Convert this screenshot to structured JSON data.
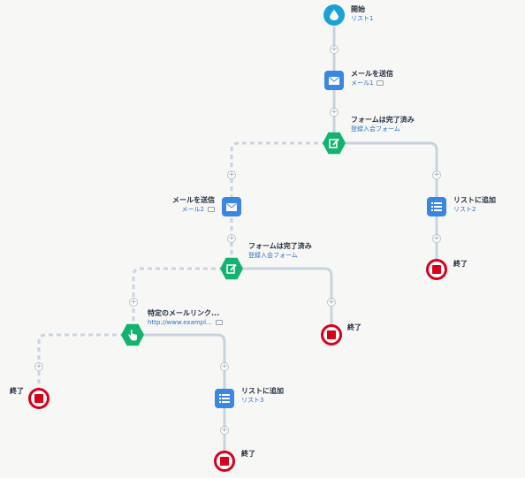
{
  "nodes": {
    "start": {
      "title": "開始",
      "sub": "リスト1"
    },
    "email1": {
      "title": "メールを送信",
      "sub": "メール1"
    },
    "form1": {
      "title": "フォームは完了済み",
      "sub": "登録入会フォーム"
    },
    "email2": {
      "title": "メールを送信",
      "sub": "メール2"
    },
    "addlist2": {
      "title": "リストに追加",
      "sub": "リスト2"
    },
    "end_r1": {
      "title": "終了"
    },
    "form2": {
      "title": "フォームは完了済み",
      "sub": "登録入会フォーム"
    },
    "end_r2": {
      "title": "終了"
    },
    "link": {
      "title": "特定のメールリンク...",
      "sub": "http://www.exampl..."
    },
    "end_l": {
      "title": "終了"
    },
    "addlist3": {
      "title": "リストに追加",
      "sub": "リスト3"
    },
    "end_b": {
      "title": "終了"
    }
  },
  "icons": {
    "start": "drop-icon",
    "email": "envelope-icon",
    "form": "form-edit-icon",
    "link": "hand-pointer-icon",
    "list": "list-icon",
    "stop": "stop-icon",
    "plus": "plus-icon"
  },
  "colors": {
    "start": "#1aa1d6",
    "action": "#3b86e0",
    "trigger": "#13b36f",
    "stop": "#d7001a",
    "line": "#c9d3dd",
    "label": "#1f2b3a",
    "sublabel": "#2a6fc9"
  },
  "plus_symbol": "+"
}
